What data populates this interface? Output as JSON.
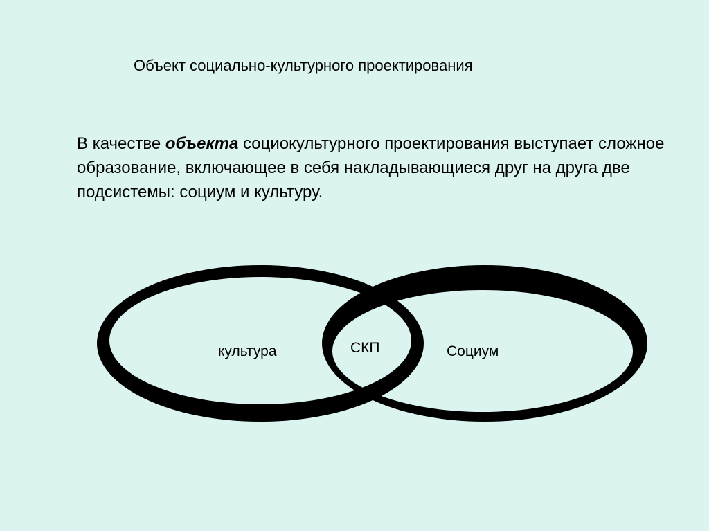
{
  "slide": {
    "title": "Объект социально-культурного проектирования",
    "paragraph": {
      "before": "В качестве ",
      "emphasis": "объекта",
      "after": " социокультурного проектирования выступает сложное образование, включающее в себя накладывающиеся друг на друга две подсистемы:  социум и культуру."
    }
  },
  "diagram": {
    "left_label": "культура",
    "center_label": "СКП",
    "right_label": "Социум",
    "background_color": "#dcf4f0",
    "ring_color": "#000000"
  }
}
